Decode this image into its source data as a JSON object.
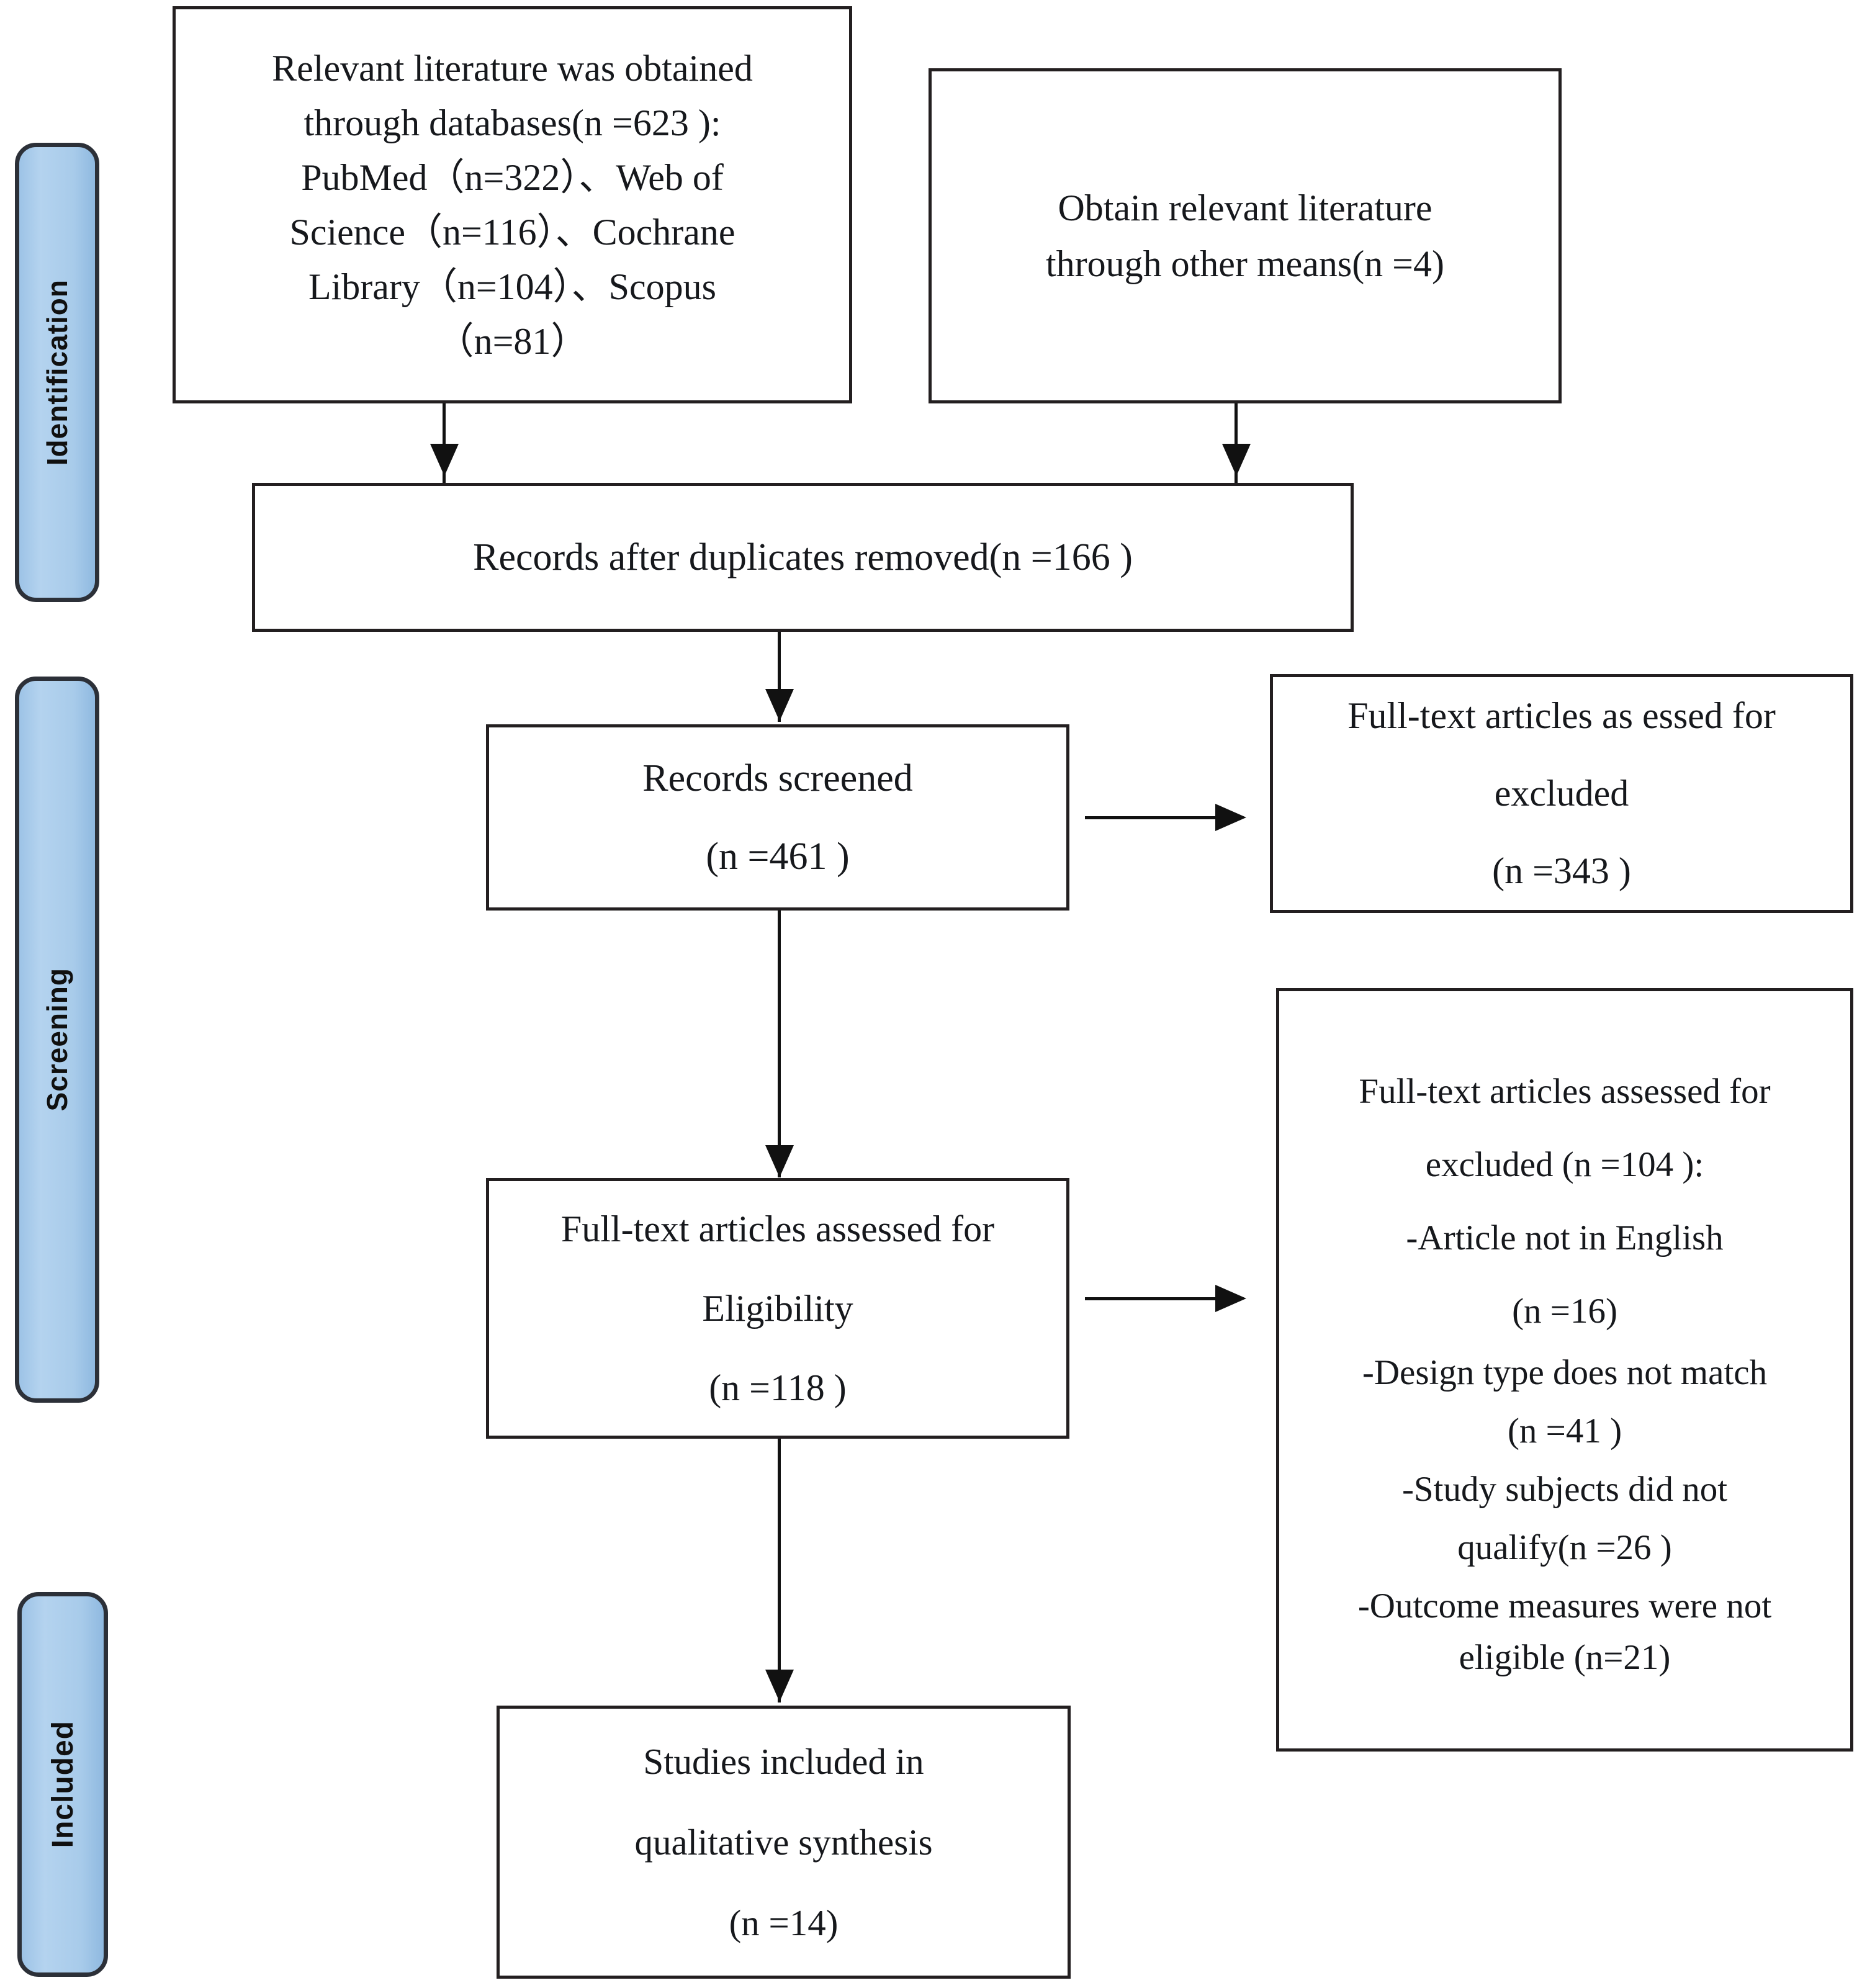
{
  "diagram": {
    "title": "PRISMA study selection flow diagram",
    "accent_blue": "#a5c8e8",
    "border_color": "#231f20",
    "stages": [
      {
        "id": "identification",
        "label": "Identification"
      },
      {
        "id": "screening",
        "label": "Screening"
      },
      {
        "id": "included",
        "label": "Included"
      }
    ],
    "boxes": {
      "databases": {
        "lines": [
          "Relevant literature was obtained",
          "through databases(n =623 ):",
          "PubMed（n=322）、Web of",
          "Science（n=116）、Cochrane",
          "Library（n=104）、Scopus",
          "（n=81）"
        ]
      },
      "other_sources": {
        "lines": [
          "Obtain relevant literature",
          "through other means(n =4)"
        ]
      },
      "duplicates_removed": {
        "lines": [
          "Records after duplicates removed(n =166 )"
        ]
      },
      "records_screened": {
        "lines": [
          "Records screened",
          "(n =461 )"
        ]
      },
      "records_excluded": {
        "lines": [
          "Full-text articles as essed for",
          "excluded",
          "(n =343 )"
        ]
      },
      "fulltext_eligibility": {
        "lines": [
          "Full-text articles assessed for",
          "Eligibility",
          "(n =118 )"
        ]
      },
      "fulltext_excluded": {
        "lines": [
          "Full-text articles assessed for",
          "excluded (n =104 ):",
          "-Article not in English",
          "(n =16)",
          "-Design type does not match",
          "(n =41 )",
          "-Study subjects did not",
          "qualify(n =26 )",
          "-Outcome measures were not",
          "eligible (n=21)"
        ]
      },
      "included_studies": {
        "lines": [
          "Studies included in",
          "qualitative synthesis",
          "(n =14)"
        ]
      }
    },
    "counts": {
      "total_databases": 623,
      "pubmed": 322,
      "web_of_science": 116,
      "cochrane_library": 104,
      "scopus": 81,
      "other_sources": 4,
      "after_duplicates_removed": 166,
      "records_screened": 461,
      "records_excluded": 343,
      "fulltext_assessed": 118,
      "fulltext_excluded_total": 104,
      "excl_not_english": 16,
      "excl_design_mismatch": 41,
      "excl_subjects": 26,
      "excl_outcomes": 21,
      "included_studies": 14
    }
  }
}
